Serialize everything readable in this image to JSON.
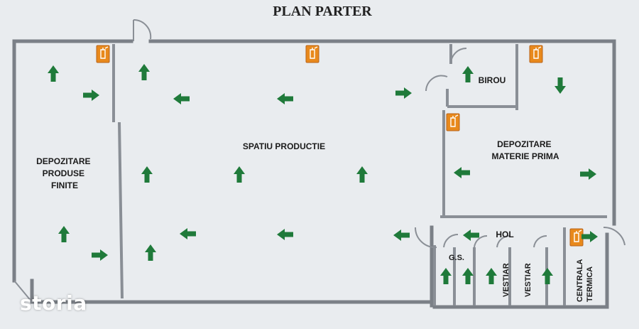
{
  "title": "PLAN PARTER",
  "rooms": {
    "depozitare_produse": [
      "DEPOZITARE",
      "PRODUSE",
      "FINITE"
    ],
    "spatiu_productie": "SPATIU PRODUCTIE",
    "birou": "BIROU",
    "depozitare_materie": [
      "DEPOZITARE",
      "MATERIE PRIMA"
    ],
    "hol": "HOL",
    "gs": "G.S.",
    "vestiar_1": "VESTIAR",
    "vestiar_2": "VESTIAR",
    "centrala": [
      "CENTRALA",
      "TERMICA"
    ]
  },
  "watermark": "storia",
  "colors": {
    "arrow": "#1f7a3a",
    "extinguisher": "#e8891c",
    "wall": "#7b8087",
    "background": "#e9ecef"
  },
  "icons": {
    "arrow": "exit-arrow-icon",
    "extinguisher": "fire-extinguisher-icon"
  }
}
